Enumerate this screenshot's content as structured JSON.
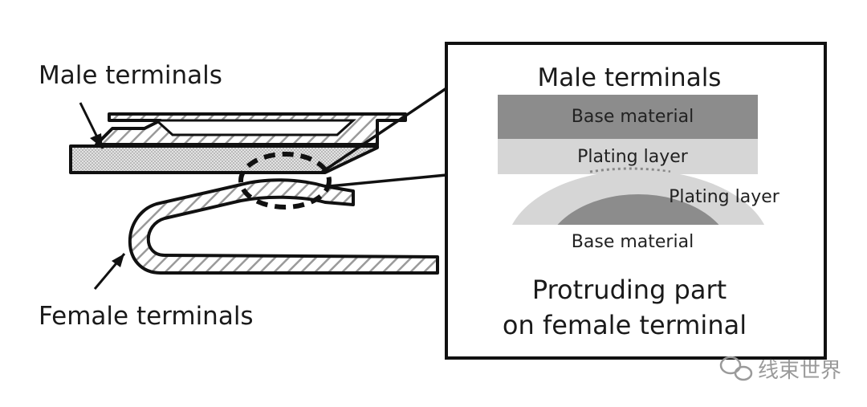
{
  "labels": {
    "male_terminals": "Male terminals",
    "female_terminals": "Female terminals"
  },
  "detail": {
    "title": "Male terminals",
    "base_material_top": "Base material",
    "plating_layer_top": "Plating layer",
    "plating_layer_bottom": "Plating layer",
    "base_material_bottom": "Base material",
    "note_line1": "Protruding part",
    "note_line2": "on female terminal"
  },
  "watermark": {
    "text": "线束世界",
    "icon": "wechat-icon"
  },
  "colors": {
    "outline": "#111111",
    "base_material": "#8c8c8c",
    "plating_layer": "#d6d6d6",
    "dotted_fill": "#dcdcdc",
    "hatch": "#9a9a9a"
  }
}
